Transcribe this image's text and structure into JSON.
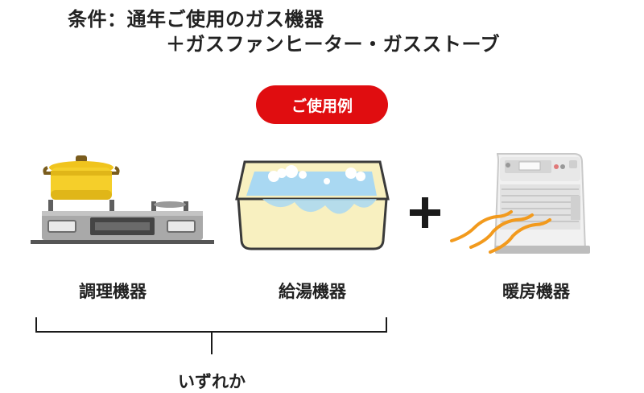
{
  "condition": {
    "line1": "条件：通年ご使用のガス機器",
    "line2": "＋ガスファンヒーター・ガスストーブ"
  },
  "badge": {
    "label": "ご使用例"
  },
  "items": [
    {
      "label": "調理機器",
      "icon": "gas-stove-icon"
    },
    {
      "label": "給湯機器",
      "icon": "bathtub-icon"
    },
    {
      "label": "暖房機器",
      "icon": "fan-heater-icon"
    }
  ],
  "plus_symbol": "plus-icon",
  "bracket_label": "いずれか",
  "colors": {
    "badge": "#e00d10",
    "pot": "#f5cf2a",
    "tub_body": "#f8f0c0",
    "water": "#a9d8f2",
    "heat_wave": "#f29a1d",
    "stove_metal": "#8c8c8c"
  }
}
